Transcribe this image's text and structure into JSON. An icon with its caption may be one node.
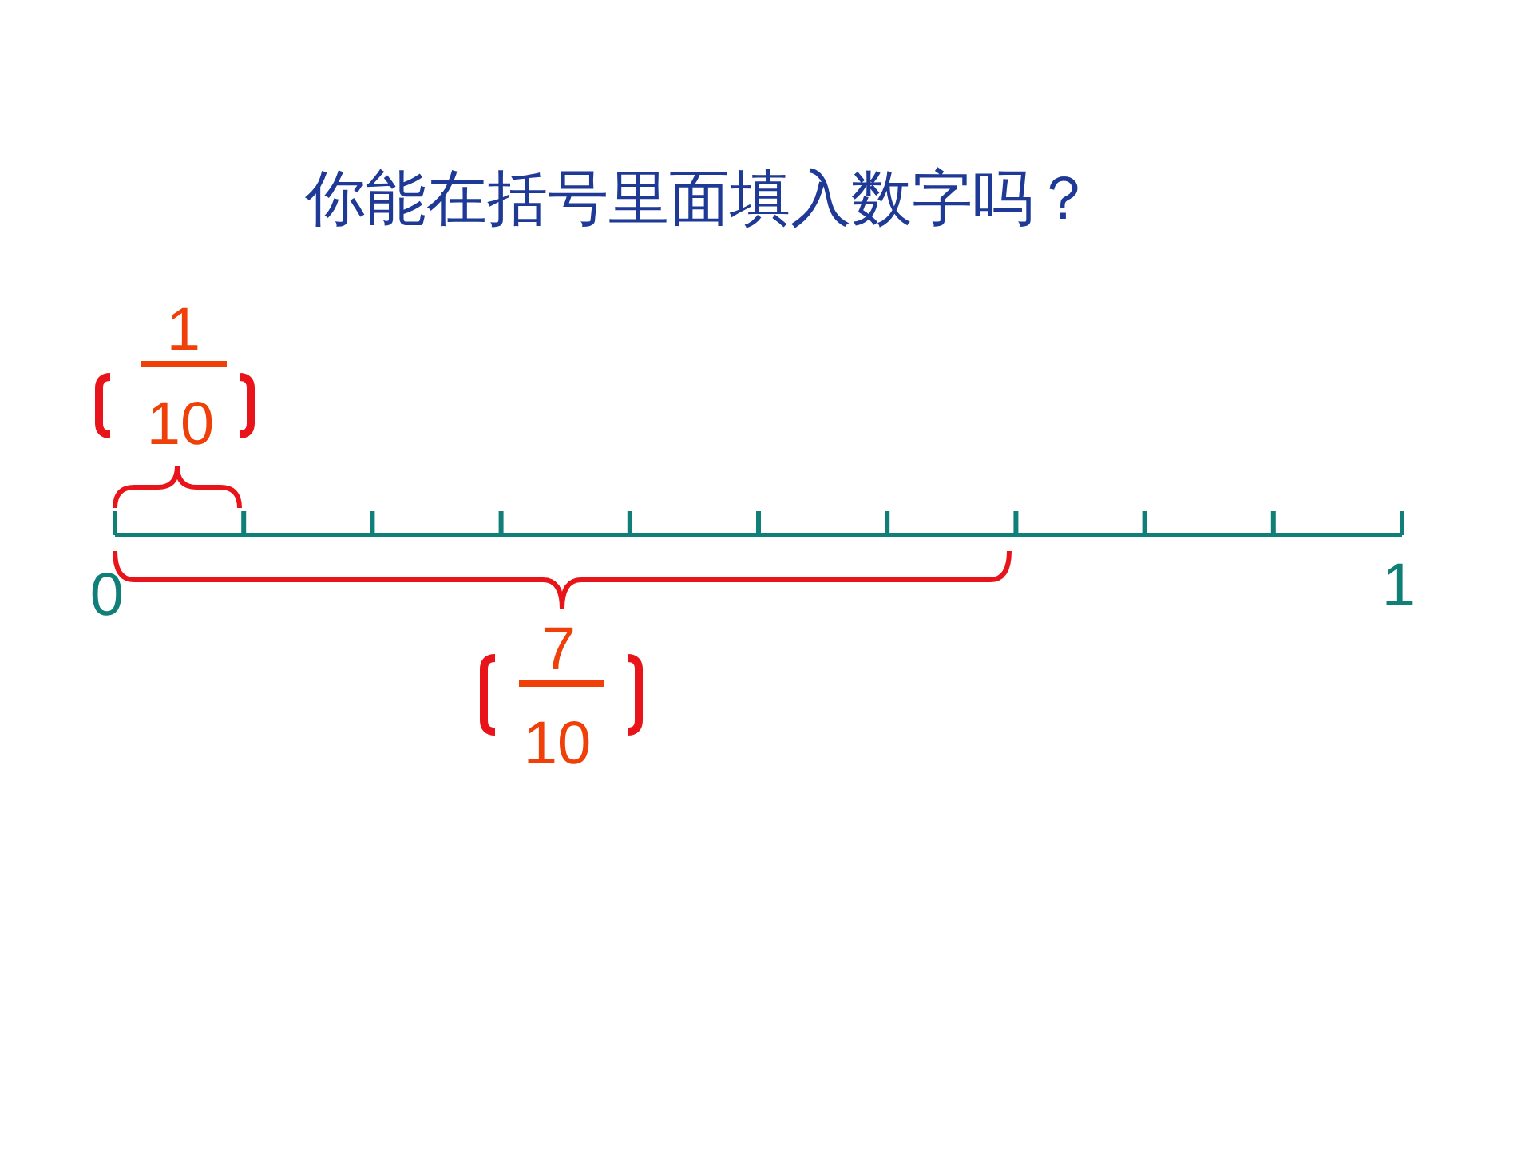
{
  "diagram": {
    "title": "你能在括号里面填入数字吗？",
    "labels": [
      "1",
      "10",
      "0",
      "1",
      "7",
      "10"
    ]
  }
}
